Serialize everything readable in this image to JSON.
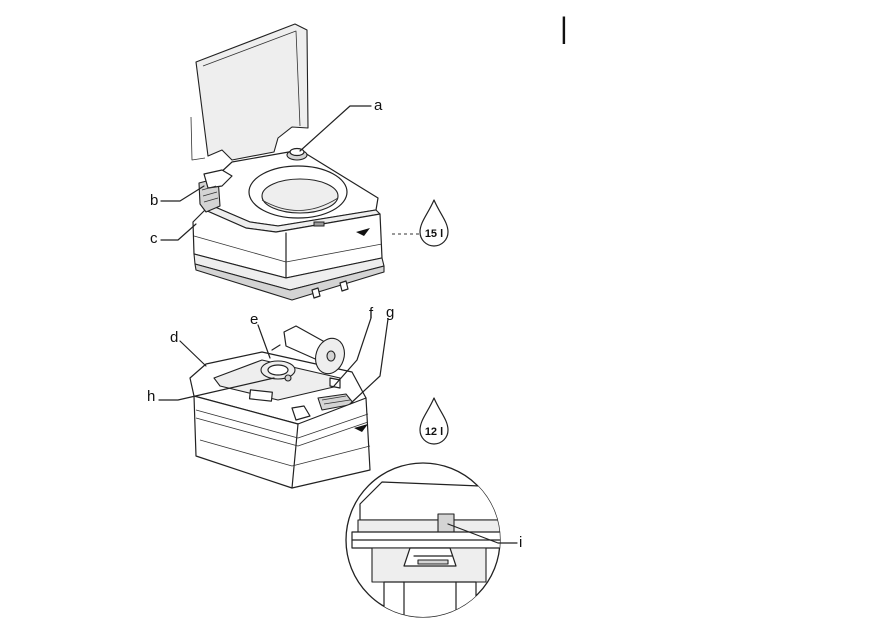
{
  "callouts": {
    "a": "a",
    "b": "b",
    "c": "c",
    "d": "d",
    "e": "e",
    "f": "f",
    "g": "g",
    "h": "h",
    "i": "i"
  },
  "capacity": {
    "top_tank": "15 l",
    "bottom_tank": "12 l"
  },
  "page_marker": "|"
}
